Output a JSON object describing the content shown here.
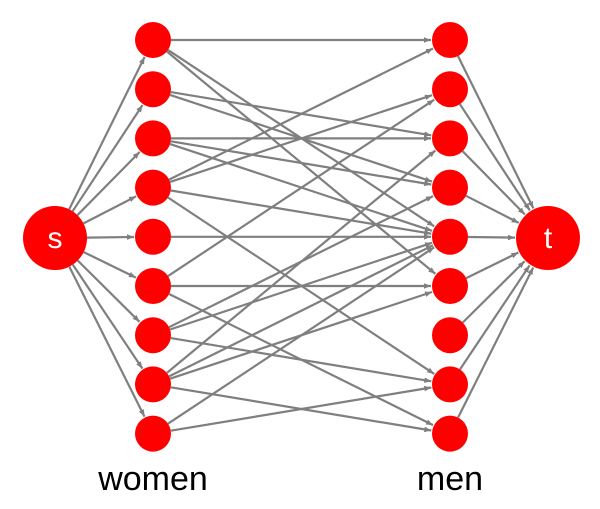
{
  "colors": {
    "node": "#ff0000",
    "edge": "#7f7f7f",
    "node_text": "#ffffff",
    "label_text": "#000000"
  },
  "source": {
    "label": "s"
  },
  "sink": {
    "label": "t"
  },
  "women": {
    "label": "women",
    "count": 9
  },
  "men": {
    "label": "men",
    "count": 9
  },
  "edges": [
    [
      0,
      0
    ],
    [
      0,
      4
    ],
    [
      0,
      5
    ],
    [
      1,
      2
    ],
    [
      1,
      3
    ],
    [
      2,
      2
    ],
    [
      2,
      3
    ],
    [
      2,
      4
    ],
    [
      3,
      0
    ],
    [
      3,
      1
    ],
    [
      3,
      4
    ],
    [
      3,
      7
    ],
    [
      4,
      4
    ],
    [
      5,
      1
    ],
    [
      5,
      5
    ],
    [
      5,
      8
    ],
    [
      6,
      3
    ],
    [
      6,
      4
    ],
    [
      6,
      7
    ],
    [
      7,
      2
    ],
    [
      7,
      4
    ],
    [
      7,
      5
    ],
    [
      7,
      8
    ],
    [
      8,
      4
    ],
    [
      8,
      7
    ]
  ]
}
